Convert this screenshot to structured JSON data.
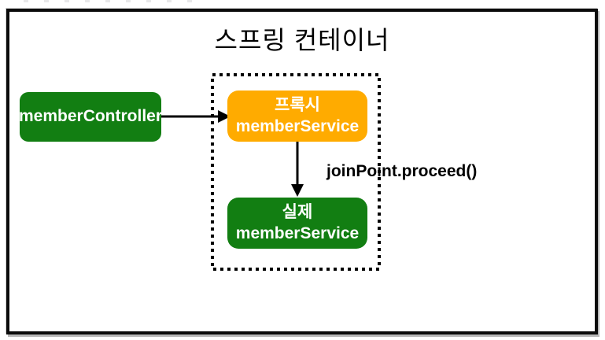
{
  "slide": {
    "title": "스프링 컨테이너"
  },
  "nodes": {
    "member_controller": {
      "label": "memberController"
    },
    "proxy_member_service": {
      "line1": "프록시",
      "line2": "memberService"
    },
    "real_member_service": {
      "line1": "실제",
      "line2": "memberService"
    }
  },
  "annotations": {
    "join_point_call": "joinPoint.proceed()"
  },
  "colors": {
    "node_green": "#127e12",
    "node_orange": "#ffab00",
    "node_text": "#ffffff",
    "line_black": "#000000"
  }
}
